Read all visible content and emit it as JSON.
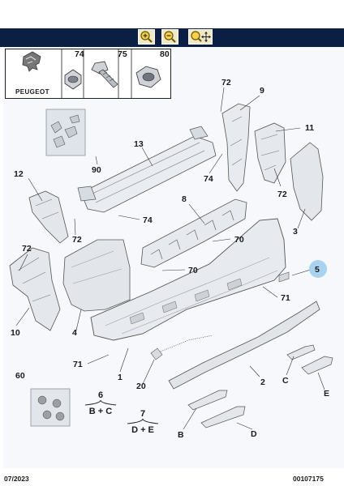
{
  "brand": {
    "name": "PEUGEOT"
  },
  "toolbar": {
    "buttons": [
      "zoom-in-icon",
      "zoom-out-icon",
      "pan-zoom-icon"
    ]
  },
  "fastener_headers": [
    "74",
    "75",
    "80"
  ],
  "callouts": {
    "c72a": "72",
    "c9": "9",
    "c11": "11",
    "c90": "90",
    "c13": "13",
    "c74a": "74",
    "c72b": "72",
    "c12": "12",
    "c74b": "74",
    "c72c": "72",
    "c8": "8",
    "c3": "3",
    "c70a": "70",
    "c72d": "72",
    "c5": "5",
    "c70b": "70",
    "c10": "10",
    "c4": "4",
    "c71a": "71",
    "c71b": "71",
    "c1": "1",
    "c20": "20",
    "c2": "2",
    "cC": "C",
    "cE": "E",
    "c60": "60",
    "c6": "6",
    "c7": "7",
    "cB": "B",
    "cD": "D"
  },
  "kits": {
    "kit6": {
      "number": "6",
      "formula": "B + C"
    },
    "kit7": {
      "number": "7",
      "formula": "D + E"
    }
  },
  "highlight_color": "#a9d2f0",
  "footer": {
    "date": "07/2023",
    "reference": "00107175"
  }
}
